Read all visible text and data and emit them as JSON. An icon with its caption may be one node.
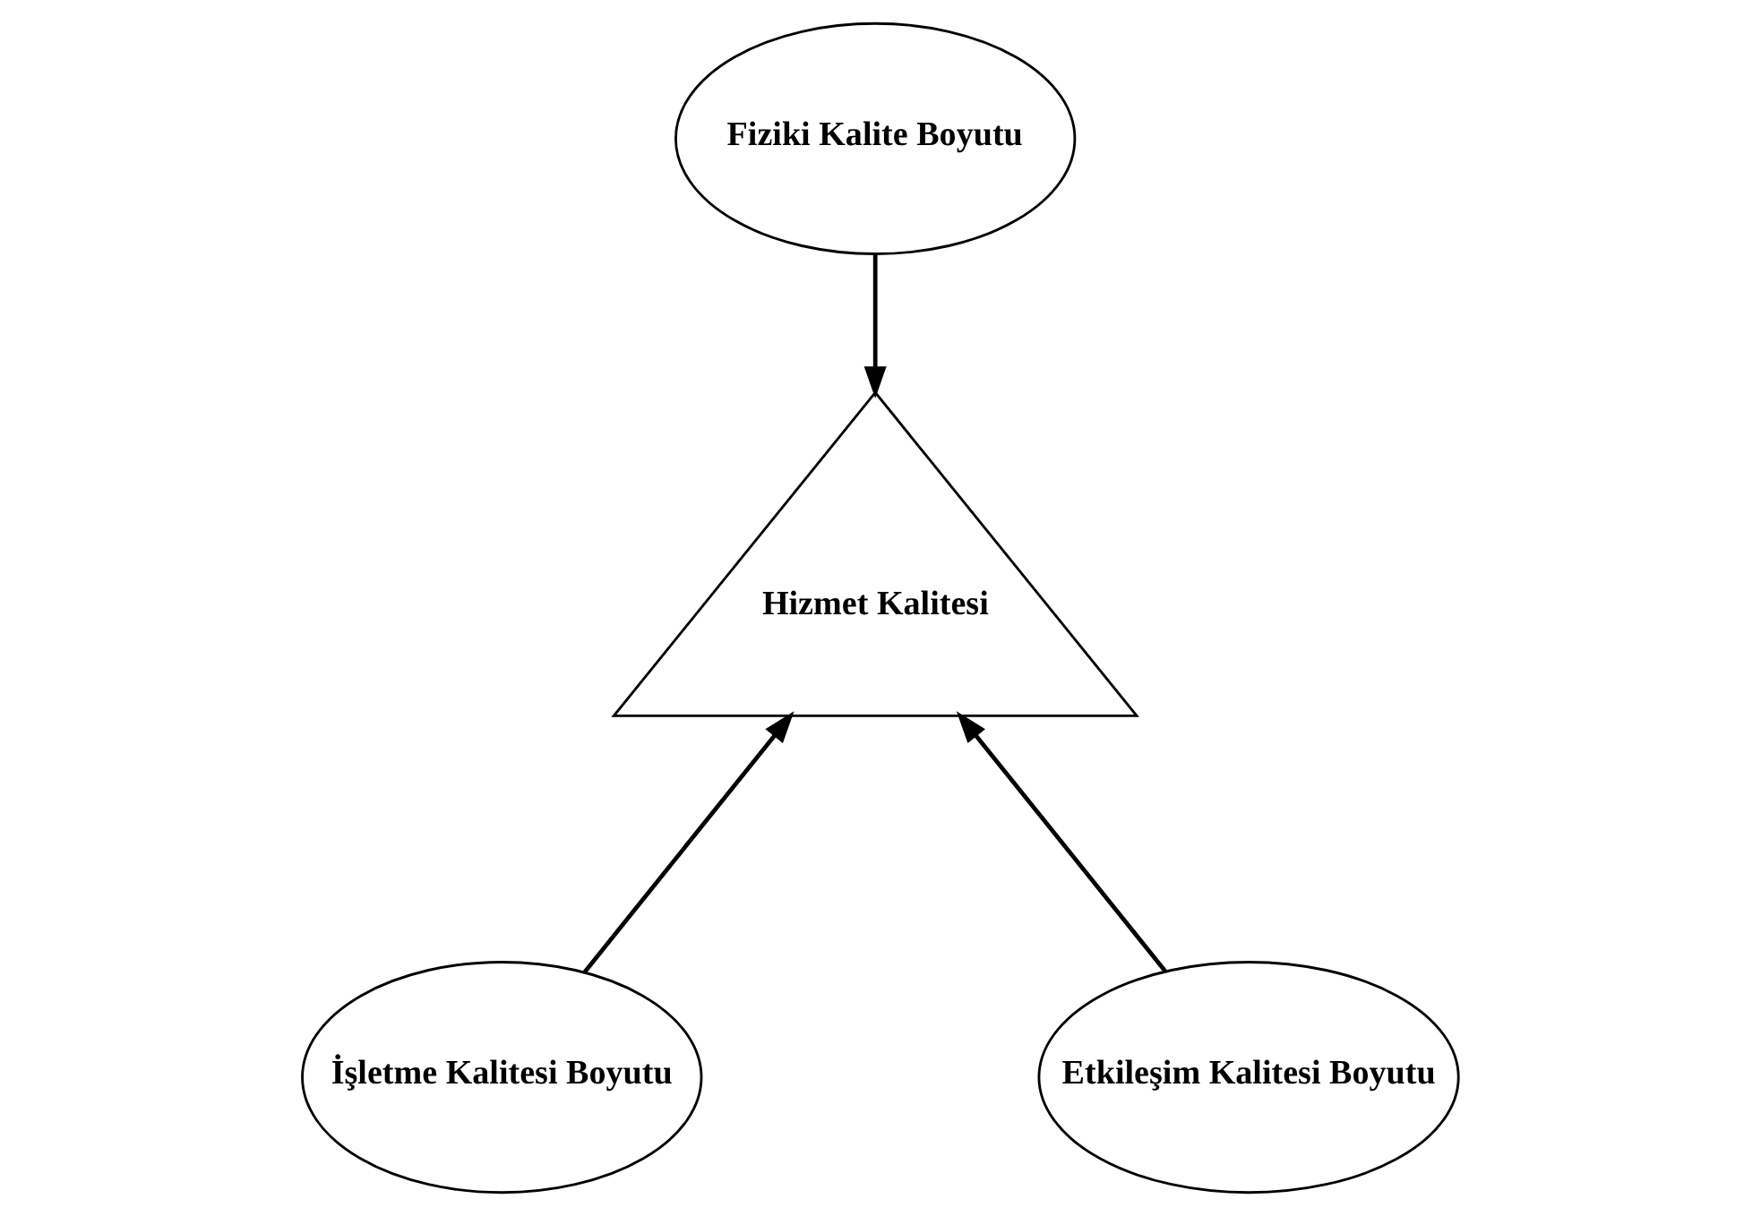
{
  "diagram": {
    "nodes": [
      {
        "text": [
          "Fiziki Kalite Boyutu"
        ]
      },
      {
        "text": [
          "Hizmet Kalitesi"
        ]
      },
      {
        "text": [
          "İşletme Kalitesi Boyutu"
        ]
      },
      {
        "text": [
          "Etkileşim Kalitesi Boyutu"
        ]
      }
    ],
    "edges": [
      {
        "from": 0,
        "to": 1,
        "arrow": "to"
      },
      {
        "from": 2,
        "to": 1,
        "arrow": "to"
      },
      {
        "from": 3,
        "to": 1,
        "arrow": "to"
      }
    ]
  }
}
